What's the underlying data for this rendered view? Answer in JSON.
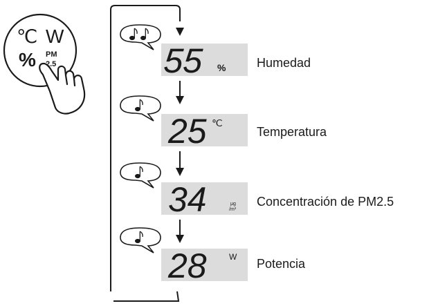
{
  "button": {
    "label_celsius": "℃",
    "label_watt": "W",
    "label_percent": "%",
    "label_pm_top": "PM",
    "label_pm_bottom": "2.5"
  },
  "steps": [
    {
      "beeps": 2,
      "value": "55",
      "unit": "%",
      "label": "Humedad"
    },
    {
      "beeps": 1,
      "value": "25",
      "unit": "℃",
      "label": "Temperatura"
    },
    {
      "beeps": 1,
      "value": "34",
      "unit": "μg/m³",
      "unit_top": "μg",
      "unit_bottom": "/m³",
      "label": "Concentración de PM2.5"
    },
    {
      "beeps": 1,
      "value": "28",
      "unit": "W",
      "label": "Potencia"
    }
  ],
  "icons": [
    "hand-press-icon",
    "speech-bubble-icon",
    "music-note-icon",
    "down-arrow-icon",
    "loop-arrow-icon"
  ],
  "colors": {
    "display_bg": "#dcdcdc",
    "stroke": "#1a1a1a",
    "text": "#1a1a1a",
    "background": "#ffffff"
  }
}
